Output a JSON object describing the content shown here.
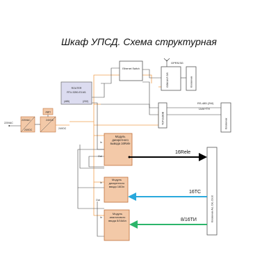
{
  "title": "Шкаф УПСД. Схема структурная",
  "colors": {
    "orange": "#f0a050",
    "module_fill": "#f3c9a8",
    "lilac": "#dcdcf0",
    "blue": "#29a8dc",
    "green": "#2bb56a",
    "black": "#000000"
  },
  "blocks": {
    "ethernet_switch": "Ethernet Switch",
    "router_title": "ROUTER",
    "router_model": "RTU-3250-E3-M1",
    "router_port_left": "(485)",
    "router_port_right": "(232)",
    "gsm_modem": "GSM-M-R 5/6",
    "klemmnik_top": "Клеммник",
    "gprs": "GPRS/3G",
    "converter": "TCP/2xDDB",
    "rs485": "RS-485 (2W)",
    "rs485_sub": "Ucht+TH",
    "klemmnik_mid": "Клеммник",
    "avr": "АВП",
    "psu_out": "24VDC",
    "psu_in_label": "220VAC",
    "psu_in_vdc": "24VDC",
    "ac_in": "220VAC",
    "dc_line": "24VDC",
    "module1": "Модуль дискретного вывода 16Rele",
    "module2": "Модуль дискретного ввода 16Din",
    "module3": "Модуль аналогового ввода 8/16AIn",
    "port_in": "In",
    "port_out": "Out",
    "klemmnik_right": "Клеммник Aio, Dio, Dcot",
    "sig1": "16Rele",
    "sig2": "16TC",
    "sig3": "8/16TИ"
  }
}
